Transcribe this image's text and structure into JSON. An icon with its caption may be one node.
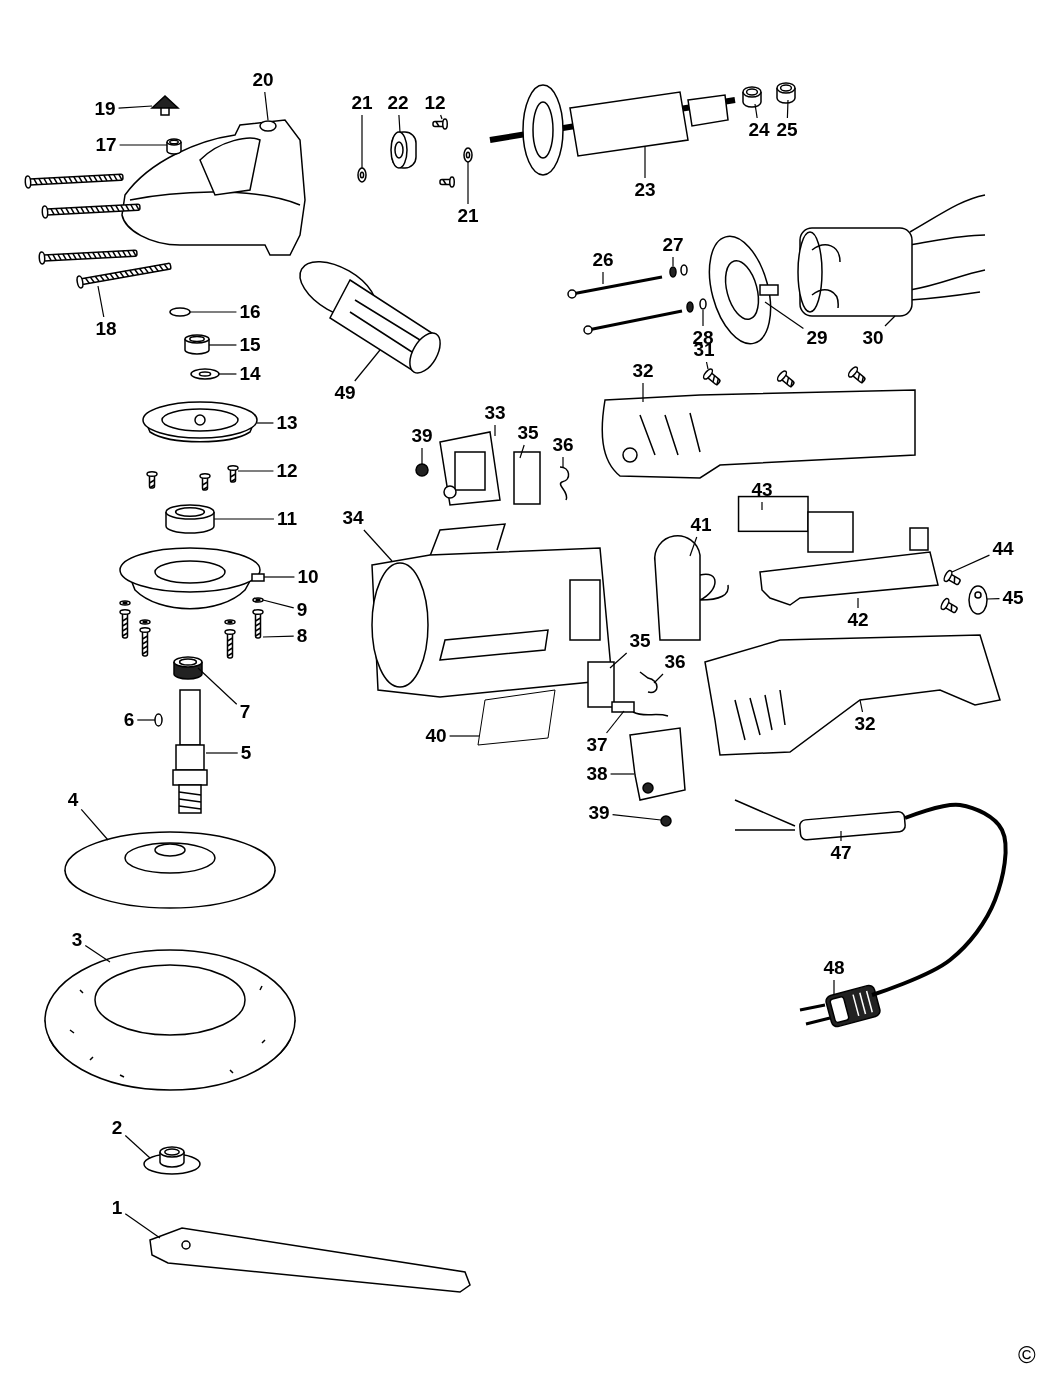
{
  "diagram": {
    "nodes": [
      {
        "text": [
          "20"
        ]
      },
      {
        "text": [
          "21"
        ]
      },
      {
        "text": [
          "22"
        ]
      },
      {
        "text": [
          "12"
        ]
      },
      {
        "text": [
          "19"
        ]
      },
      {
        "text": [
          "24"
        ]
      },
      {
        "text": [
          "25"
        ]
      },
      {
        "text": [
          "17"
        ]
      },
      {
        "text": [
          "23"
        ]
      },
      {
        "text": [
          "21"
        ]
      },
      {
        "text": [
          "27"
        ]
      },
      {
        "text": [
          "26"
        ]
      },
      {
        "text": [
          "16"
        ]
      },
      {
        "text": [
          "18"
        ]
      },
      {
        "text": [
          "30"
        ]
      },
      {
        "text": [
          "28"
        ]
      },
      {
        "text": [
          "29"
        ]
      },
      {
        "text": [
          "15"
        ]
      },
      {
        "text": [
          "31"
        ]
      },
      {
        "text": [
          "32"
        ]
      },
      {
        "text": [
          "14"
        ]
      },
      {
        "text": [
          "49"
        ]
      },
      {
        "text": [
          "33"
        ]
      },
      {
        "text": [
          "13"
        ]
      },
      {
        "text": [
          "35"
        ]
      },
      {
        "text": [
          "39"
        ]
      },
      {
        "text": [
          "36"
        ]
      },
      {
        "text": [
          "12"
        ]
      },
      {
        "text": [
          "43"
        ]
      },
      {
        "text": [
          "34"
        ]
      },
      {
        "text": [
          "11"
        ]
      },
      {
        "text": [
          "41"
        ]
      },
      {
        "text": [
          "44"
        ]
      },
      {
        "text": [
          "10"
        ]
      },
      {
        "text": [
          "42"
        ]
      },
      {
        "text": [
          "45"
        ]
      },
      {
        "text": [
          "9"
        ]
      },
      {
        "text": [
          "8"
        ]
      },
      {
        "text": [
          "35"
        ]
      },
      {
        "text": [
          "36"
        ]
      },
      {
        "text": [
          "7"
        ]
      },
      {
        "text": [
          "6"
        ]
      },
      {
        "text": [
          "32"
        ]
      },
      {
        "text": [
          "40"
        ]
      },
      {
        "text": [
          "37"
        ]
      },
      {
        "text": [
          "5"
        ]
      },
      {
        "text": [
          "38"
        ]
      },
      {
        "text": [
          "4"
        ]
      },
      {
        "text": [
          "39"
        ]
      },
      {
        "text": [
          "47"
        ]
      },
      {
        "text": [
          "3"
        ]
      },
      {
        "text": [
          "48"
        ]
      },
      {
        "text": [
          "2"
        ]
      },
      {
        "text": [
          "1"
        ]
      },
      {
        "text": [],
        "shape": "picture"
      },
      {
        "text": [],
        "shape": "picture"
      },
      {
        "text": [],
        "shape": "picture"
      },
      {
        "text": [],
        "shape": "picture"
      },
      {
        "text": [],
        "shape": "picture"
      },
      {
        "text": [],
        "shape": "picture"
      },
      {
        "text": [],
        "shape": "picture"
      },
      {
        "text": [],
        "shape": "picture"
      },
      {
        "text": [],
        "shape": "picture"
      },
      {
        "text": [],
        "shape": "picture"
      },
      {
        "text": [],
        "shape": "picture"
      },
      {
        "text": [],
        "shape": "picture"
      },
      {
        "text": [],
        "shape": "picture"
      },
      {
        "text": [],
        "shape": "picture"
      },
      {
        "text": [],
        "shape": "picture"
      },
      {
        "text": [],
        "shape": "picture"
      },
      {
        "text": [],
        "shape": "picture"
      },
      {
        "text": [],
        "shape": "picture"
      },
      {
        "text": [],
        "shape": "picture"
      },
      {
        "text": [],
        "shape": "picture"
      },
      {
        "text": [],
        "shape": "picture"
      },
      {
        "text": [],
        "shape": "picture"
      },
      {
        "text": [],
        "shape": "picture"
      },
      {
        "text": [],
        "shape": "picture"
      },
      {
        "text": [],
        "shape": "box"
      },
      {
        "text": [],
        "shape": "circle"
      },
      {
        "text": [],
        "shape": "picture"
      },
      {
        "text": [],
        "shape": "picture"
      },
      {
        "text": [],
        "shape": "box"
      },
      {
        "text": [],
        "shape": "picture"
      },
      {
        "text": [],
        "shape": "picture"
      },
      {
        "text": [],
        "shape": "picture"
      },
      {
        "text": [],
        "shape": "picture"
      },
      {
        "text": [],
        "shape": "picture"
      },
      {
        "text": [],
        "shape": "picture"
      },
      {
        "text": [],
        "shape": "picture"
      },
      {
        "text": [],
        "shape": "picture"
      },
      {
        "text": [],
        "shape": "picture"
      },
      {
        "text": [],
        "shape": "box"
      },
      {
        "text": [],
        "shape": "picture"
      },
      {
        "text": [],
        "shape": "cylinder"
      },
      {
        "text": [],
        "shape": "circle"
      },
      {
        "text": [],
        "shape": "picture"
      },
      {
        "text": [],
        "shape": "picture"
      },
      {
        "text": [],
        "shape": "picture"
      },
      {
        "text": [],
        "shape": "picture"
      },
      {
        "text": [],
        "shape": "picture"
      },
      {
        "text": [],
        "shape": "picture"
      },
      {
        "text": [],
        "shape": "circle"
      },
      {
        "text": [],
        "shape": "picture"
      },
      {
        "text": [],
        "shape": "picture"
      },
      {
        "text": [],
        "shape": "picture"
      },
      {
        "text": [],
        "shape": "picture"
      },
      {
        "text": [],
        "shape": "picture"
      }
    ],
    "edges": [
      {
        "from": 0,
        "to": 54,
        "arrow": "none"
      },
      {
        "from": 1,
        "to": 55,
        "arrow": "none"
      },
      {
        "from": 2,
        "to": 56,
        "arrow": "none"
      },
      {
        "from": 3,
        "to": 57,
        "arrow": "none"
      },
      {
        "from": 4,
        "to": 58,
        "arrow": "none"
      },
      {
        "from": 5,
        "to": 59,
        "arrow": "none"
      },
      {
        "from": 6,
        "to": 60,
        "arrow": "none"
      },
      {
        "from": 7,
        "to": 61,
        "arrow": "none"
      },
      {
        "from": 8,
        "to": 62,
        "arrow": "none"
      },
      {
        "from": 9,
        "to": 63,
        "arrow": "none"
      },
      {
        "from": 10,
        "to": 64,
        "arrow": "none"
      },
      {
        "from": 11,
        "to": 65,
        "arrow": "none"
      },
      {
        "from": 12,
        "to": 66,
        "arrow": "none"
      },
      {
        "from": 13,
        "to": 67,
        "arrow": "none"
      },
      {
        "from": 14,
        "to": 68,
        "arrow": "none"
      },
      {
        "from": 15,
        "to": 69,
        "arrow": "none"
      },
      {
        "from": 16,
        "to": 70,
        "arrow": "none"
      },
      {
        "from": 17,
        "to": 71,
        "arrow": "none"
      },
      {
        "from": 18,
        "to": 72,
        "arrow": "none"
      },
      {
        "from": 19,
        "to": 73,
        "arrow": "none"
      },
      {
        "from": 20,
        "to": 74,
        "arrow": "none"
      },
      {
        "from": 21,
        "to": 75,
        "arrow": "none"
      },
      {
        "from": 22,
        "to": 76,
        "arrow": "none"
      },
      {
        "from": 23,
        "to": 77,
        "arrow": "none"
      },
      {
        "from": 24,
        "to": 78,
        "arrow": "none"
      },
      {
        "from": 25,
        "to": 79,
        "arrow": "none"
      },
      {
        "from": 26,
        "to": 80,
        "arrow": "none"
      },
      {
        "from": 27,
        "to": 81,
        "arrow": "none"
      },
      {
        "from": 28,
        "to": 82,
        "arrow": "none"
      },
      {
        "from": 29,
        "to": 83,
        "arrow": "none"
      },
      {
        "from": 30,
        "to": 84,
        "arrow": "none"
      },
      {
        "from": 31,
        "to": 85,
        "arrow": "none"
      },
      {
        "from": 32,
        "to": 86,
        "arrow": "none"
      },
      {
        "from": 33,
        "to": 87,
        "arrow": "none"
      },
      {
        "from": 34,
        "to": 88,
        "arrow": "none"
      },
      {
        "from": 35,
        "to": 89,
        "arrow": "none"
      },
      {
        "from": 36,
        "to": 90,
        "arrow": "none"
      },
      {
        "from": 37,
        "to": 91,
        "arrow": "none"
      },
      {
        "from": 38,
        "to": 92,
        "arrow": "none"
      },
      {
        "from": 39,
        "to": 93,
        "arrow": "none"
      },
      {
        "from": 40,
        "to": 94,
        "arrow": "none"
      },
      {
        "from": 41,
        "to": 95,
        "arrow": "none"
      },
      {
        "from": 42,
        "to": 96,
        "arrow": "none"
      },
      {
        "from": 43,
        "to": 97,
        "arrow": "none"
      },
      {
        "from": 44,
        "to": 98,
        "arrow": "none"
      },
      {
        "from": 45,
        "to": 99,
        "arrow": "none"
      },
      {
        "from": 46,
        "to": 100,
        "arrow": "none"
      },
      {
        "from": 47,
        "to": 101,
        "arrow": "none"
      },
      {
        "from": 48,
        "to": 102,
        "arrow": "none"
      },
      {
        "from": 49,
        "to": 103,
        "arrow": "none"
      },
      {
        "from": 50,
        "to": 104,
        "arrow": "none"
      },
      {
        "from": 51,
        "to": 105,
        "arrow": "none"
      },
      {
        "from": 52,
        "to": 106,
        "arrow": "none"
      },
      {
        "from": 53,
        "to": 107,
        "arrow": "none"
      },
      {
        "from": 103,
        "to": 105,
        "arrow": "none",
        "style": "thick"
      }
    ],
    "labels": [
      "©"
    ]
  }
}
